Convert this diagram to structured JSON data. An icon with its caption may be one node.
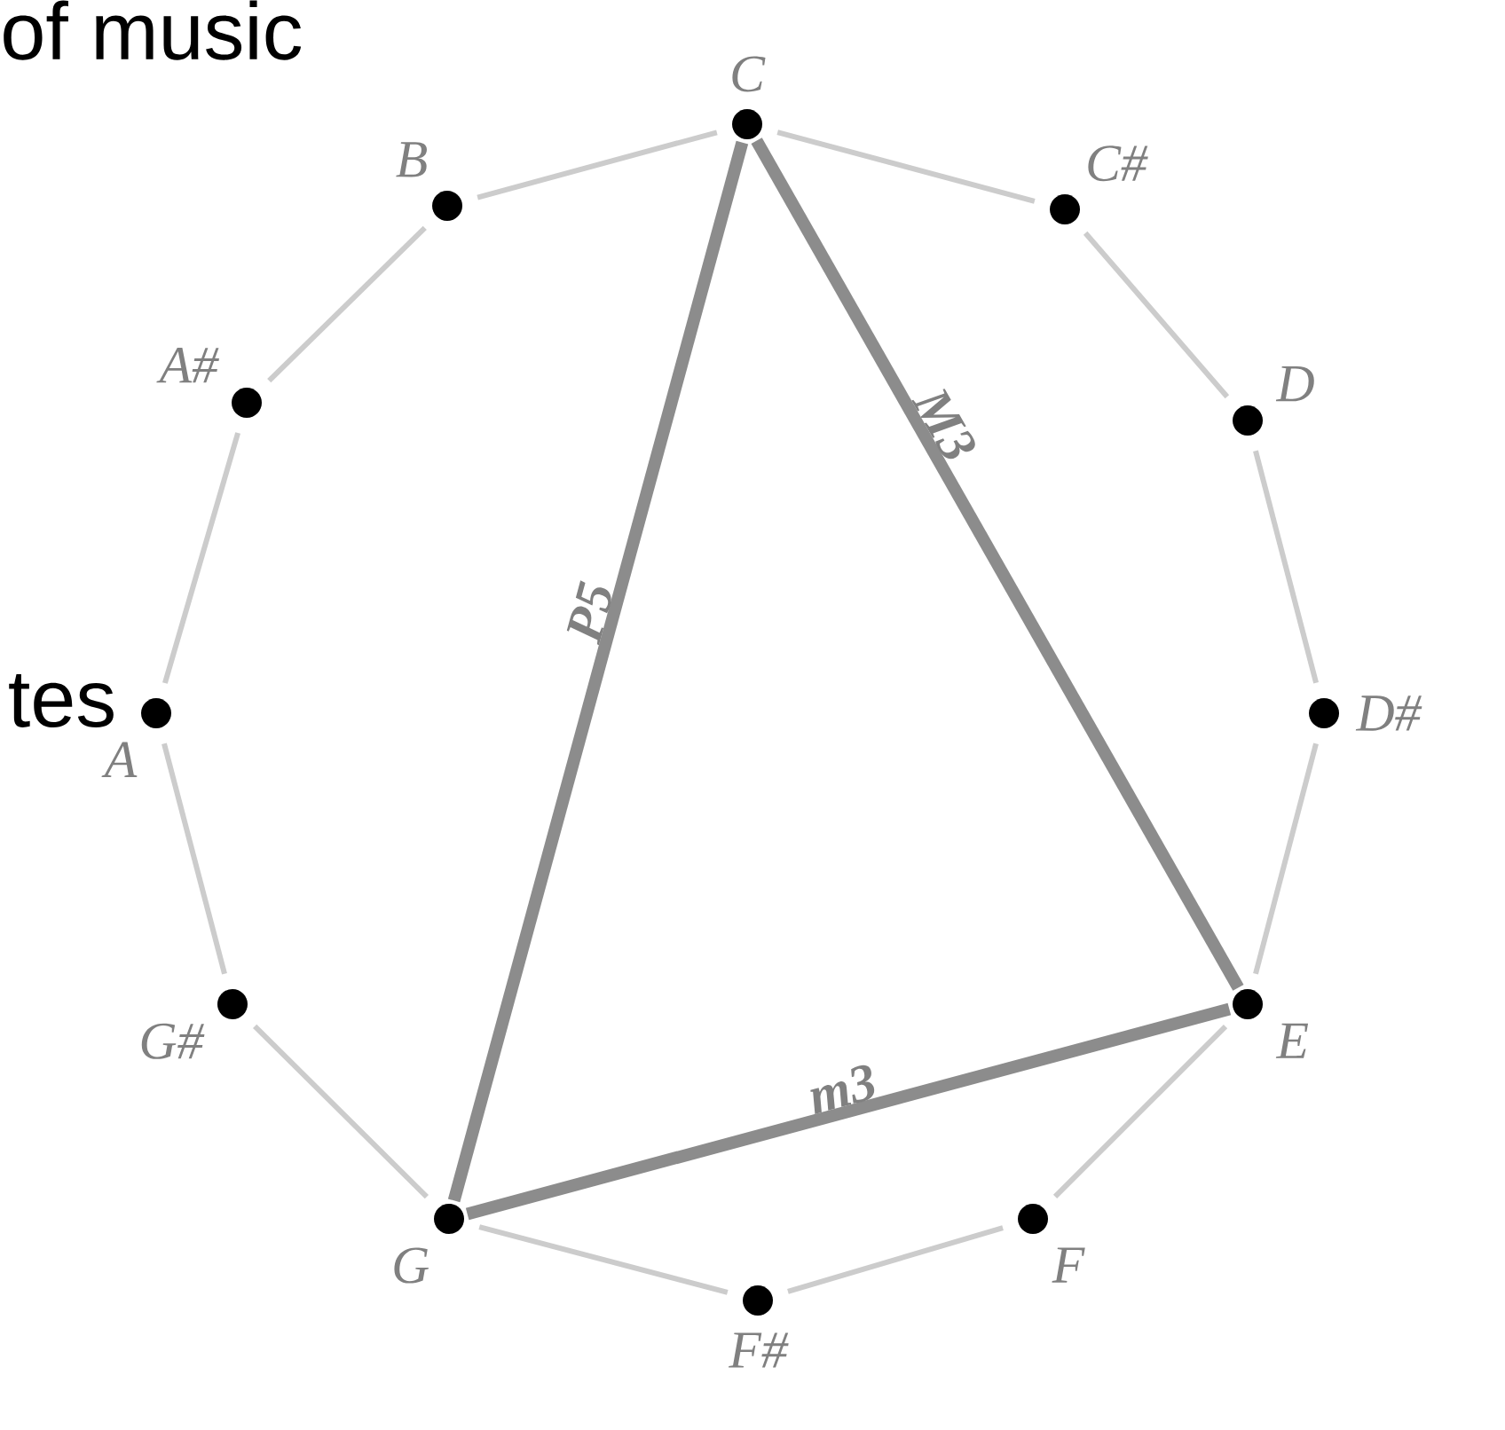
{
  "diagram": {
    "nodes": [
      {
        "text": [
          "C"
        ]
      },
      {
        "text": [
          "C#"
        ]
      },
      {
        "text": [
          "D"
        ]
      },
      {
        "text": [
          "D#"
        ]
      },
      {
        "text": [
          "E"
        ]
      },
      {
        "text": [
          "F"
        ]
      },
      {
        "text": [
          "F#"
        ]
      },
      {
        "text": [
          "G"
        ]
      },
      {
        "text": [
          "G#"
        ]
      },
      {
        "text": [
          "A"
        ]
      },
      {
        "text": [
          "A#"
        ]
      },
      {
        "text": [
          "B"
        ]
      }
    ],
    "edges": [
      {
        "from": 0,
        "to": 1,
        "arrow": "none"
      },
      {
        "from": 1,
        "to": 2,
        "arrow": "none"
      },
      {
        "from": 2,
        "to": 3,
        "arrow": "none"
      },
      {
        "from": 3,
        "to": 4,
        "arrow": "none"
      },
      {
        "from": 4,
        "to": 5,
        "arrow": "none"
      },
      {
        "from": 5,
        "to": 6,
        "arrow": "none"
      },
      {
        "from": 6,
        "to": 7,
        "arrow": "none"
      },
      {
        "from": 7,
        "to": 8,
        "arrow": "none"
      },
      {
        "from": 8,
        "to": 9,
        "arrow": "none"
      },
      {
        "from": 9,
        "to": 10,
        "arrow": "none"
      },
      {
        "from": 10,
        "to": 11,
        "arrow": "none"
      },
      {
        "from": 11,
        "to": 0,
        "arrow": "none"
      },
      {
        "from": 0,
        "to": 7,
        "arrow": "none",
        "label": "P5",
        "style": "thick",
        "color": "#8c8c8c"
      },
      {
        "from": 0,
        "to": 4,
        "arrow": "none",
        "label": "M3",
        "style": "thick",
        "color": "#8c8c8c"
      },
      {
        "from": 7,
        "to": 4,
        "arrow": "none",
        "label": "m3",
        "style": "thick",
        "color": "#8c8c8c"
      }
    ],
    "labels": [
      "of music",
      "tes"
    ]
  }
}
